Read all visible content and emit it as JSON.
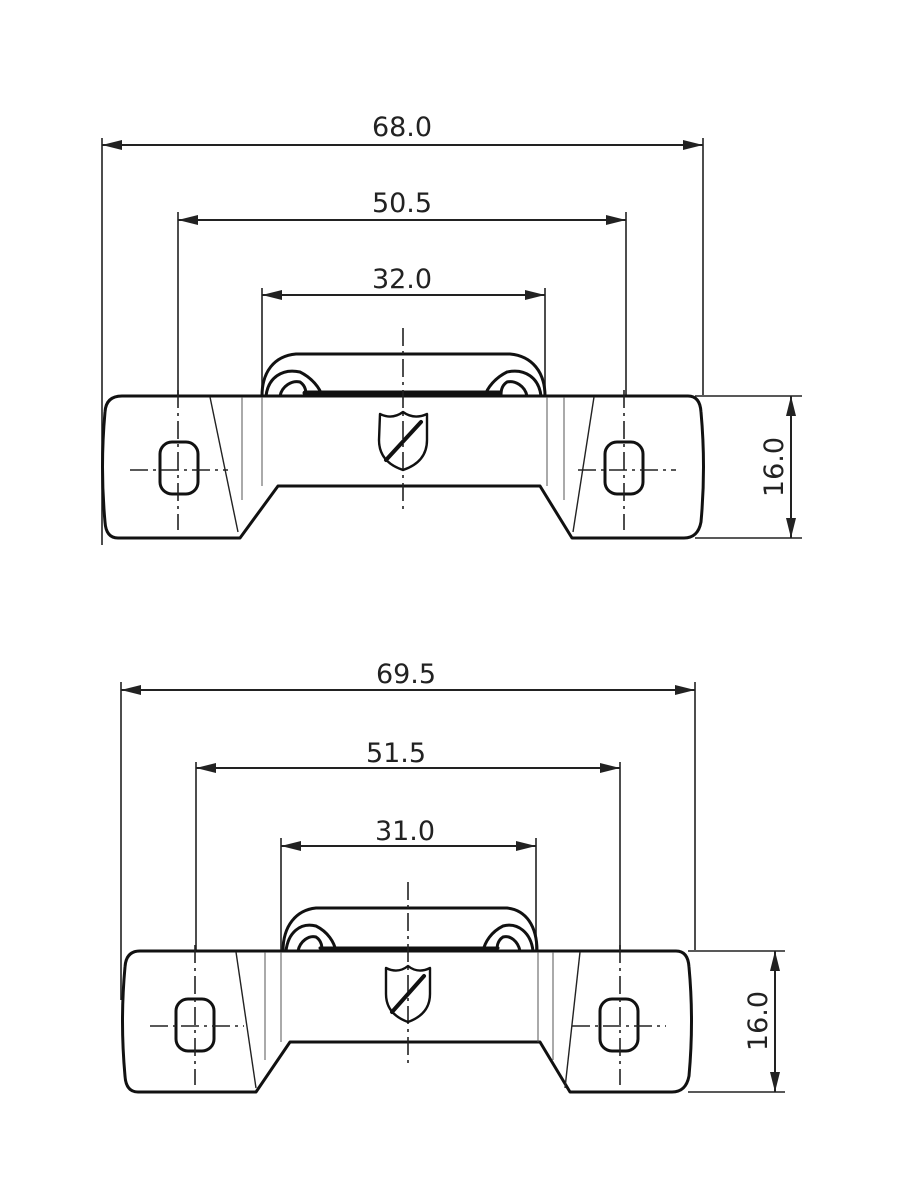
{
  "drawing": {
    "type": "technical-dimension-drawing",
    "units": "mm",
    "line_color": "#111111",
    "background": "#ffffff"
  },
  "views": [
    {
      "id": "top-view",
      "dimensions": {
        "overall_width": "68.0",
        "hole_spacing": "50.5",
        "handle_width": "32.0",
        "height": "16.0"
      },
      "emblem": "shield-icon"
    },
    {
      "id": "bottom-view",
      "dimensions": {
        "overall_width": "69.5",
        "hole_spacing": "51.5",
        "handle_width": "31.0",
        "height": "16.0"
      },
      "emblem": "shield-icon"
    }
  ]
}
